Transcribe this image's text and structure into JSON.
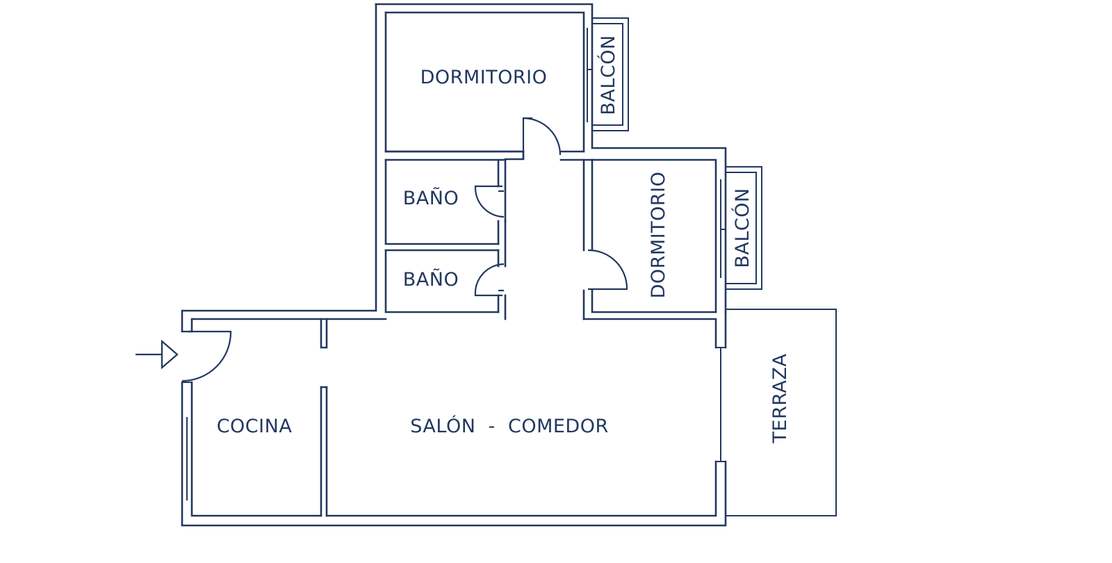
{
  "colors": {
    "line": "#22385f",
    "background": "#ffffff"
  },
  "rooms": {
    "dormitorio_1": "DORMITORIO",
    "balcon_1": "BALCÓN",
    "bano_1": "BAÑO",
    "bano_2": "BAÑO",
    "dormitorio_2": "DORMITORIO",
    "balcon_2": "BALCÓN",
    "cocina": "COCINA",
    "salon_comedor": "SALÓN  -  COMEDOR",
    "terraza": "TERRAZA"
  },
  "icons": {
    "entrance": "entrance-arrow-icon"
  }
}
